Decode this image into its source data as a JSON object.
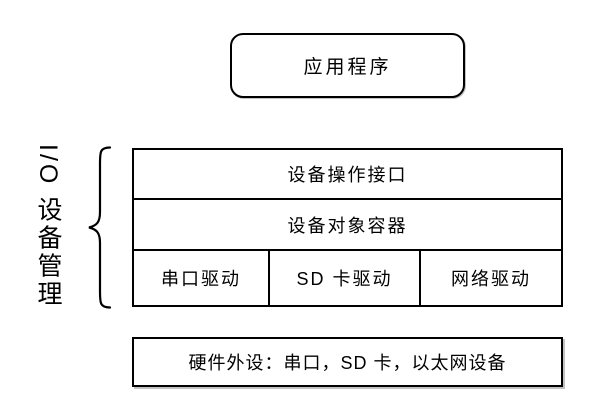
{
  "diagram": {
    "app_box_label": "应用程序",
    "io_group": {
      "side_label": "I/O 设备管理",
      "interface_row_label": "设备操作接口",
      "container_row_label": "设备对象容器",
      "drivers": [
        "串口驱动",
        "SD 卡驱动",
        "网络驱动"
      ]
    },
    "hardware_box_label": "硬件外设：串口，SD 卡，以太网设备",
    "colors": {
      "line": "#000000",
      "text": "#000000",
      "background": "#ffffff"
    }
  }
}
